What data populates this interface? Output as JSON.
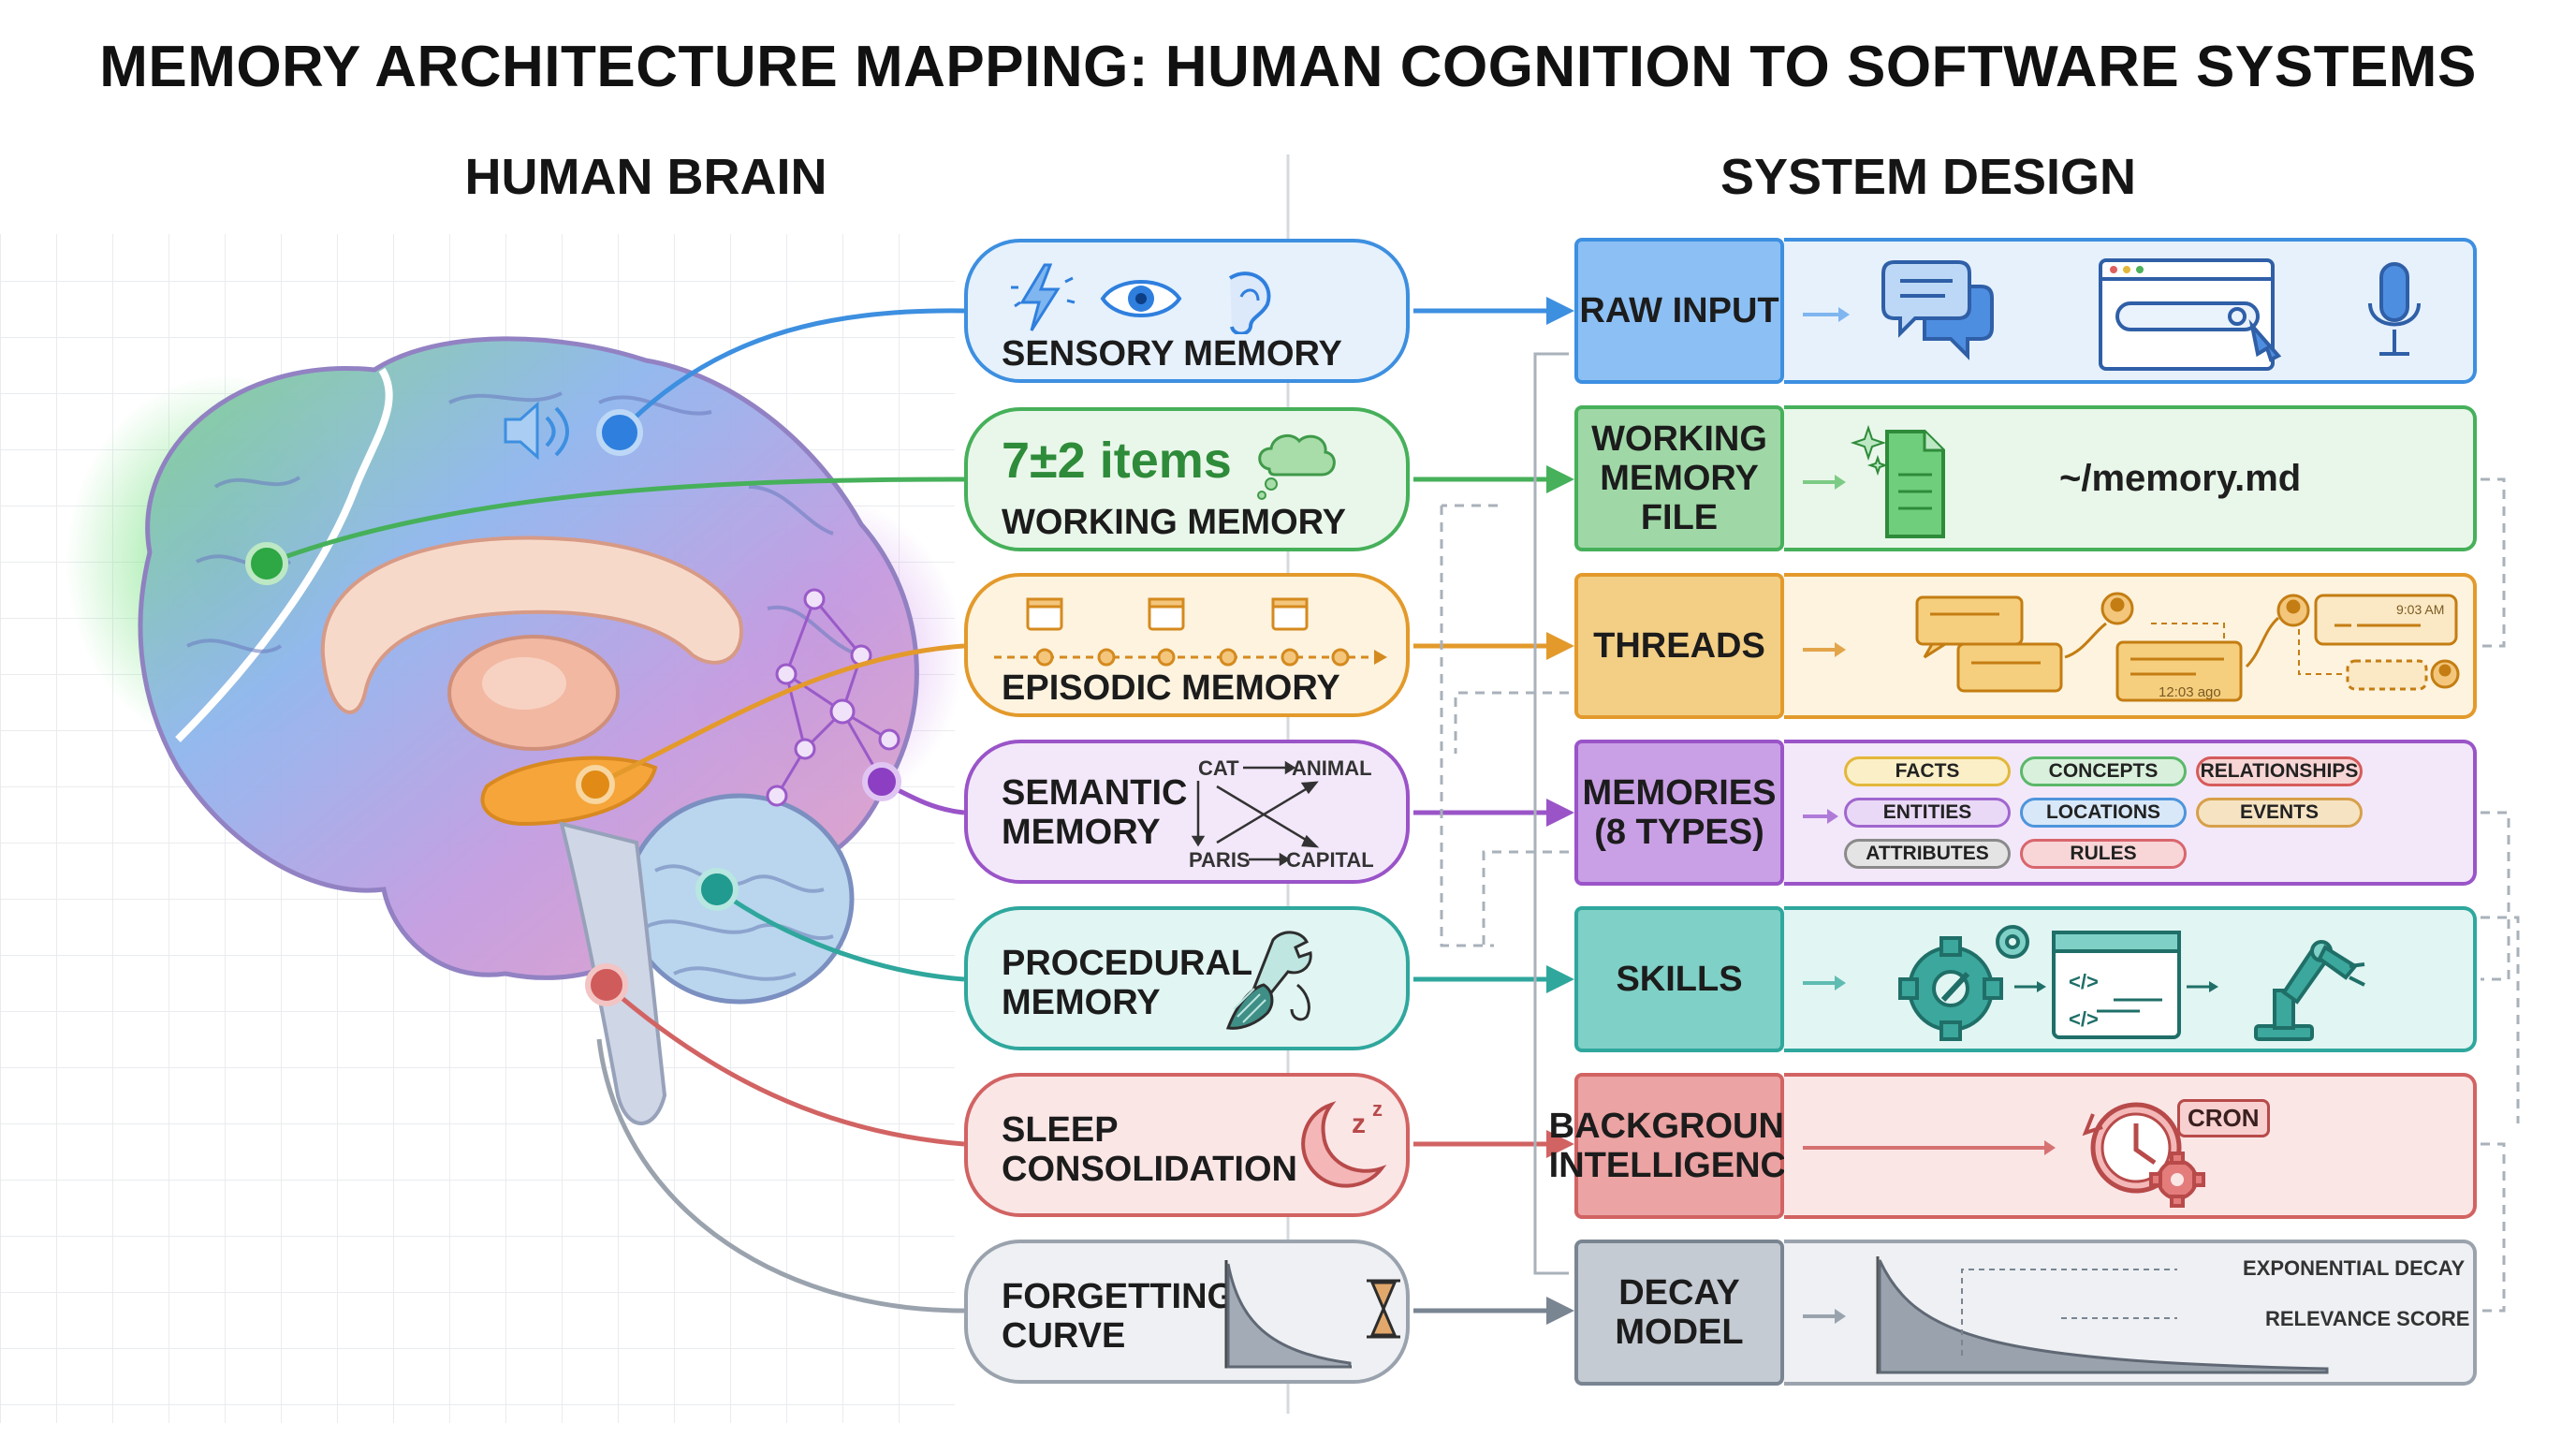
{
  "title": "MEMORY ARCHITECTURE MAPPING: HUMAN COGNITION TO SOFTWARE SYSTEMS",
  "left_heading": "HUMAN BRAIN",
  "right_heading": "SYSTEM DESIGN",
  "rows": [
    {
      "brain_label": "SENSORY MEMORY",
      "system_label": "RAW INPUT",
      "color": "#3d8fe0",
      "fill": "#e6f1fc",
      "box_fill": "#8cc0f5"
    },
    {
      "brain_label": "WORKING MEMORY",
      "brain_highlight": "7±2 items",
      "system_label": "WORKING\nMEMORY FILE",
      "system_detail": "~/memory.md",
      "color": "#46b05a",
      "fill": "#e9f7ea",
      "box_fill": "#9fd8a6"
    },
    {
      "brain_label": "EPISODIC MEMORY",
      "system_label": "THREADS",
      "color": "#e39a2b",
      "fill": "#fdf3df",
      "box_fill": "#f3cf85",
      "system_times": [
        "9:03 AM",
        "12:03 ago"
      ]
    },
    {
      "brain_label": "SEMANTIC\nMEMORY",
      "system_label": "MEMORIES\n(8 TYPES)",
      "color": "#9a54c8",
      "fill": "#f3e8fa",
      "box_fill": "#c9a0e6",
      "semantic_words": [
        "CAT",
        "ANIMAL",
        "PARIS",
        "CAPITAL"
      ],
      "memory_types": [
        {
          "label": "FACTS",
          "color": "#e3b73a",
          "fill": "#fbefc7"
        },
        {
          "label": "CONCEPTS",
          "color": "#5bb86a",
          "fill": "#d9f1dc"
        },
        {
          "label": "RELATIONSHIPS",
          "color": "#d65b5b",
          "fill": "#f8d5d5"
        },
        {
          "label": "ENTITIES",
          "color": "#a066cf",
          "fill": "#ead9f6"
        },
        {
          "label": "LOCATIONS",
          "color": "#4e95dc",
          "fill": "#d8e8f8"
        },
        {
          "label": "EVENTS",
          "color": "#d7a04a",
          "fill": "#f6e3c2"
        },
        {
          "label": "ATTRIBUTES",
          "color": "#8a8a8a",
          "fill": "#e4e4e4"
        },
        {
          "label": "RULES",
          "color": "#d9666e",
          "fill": "#f8d6d8"
        }
      ]
    },
    {
      "brain_label": "PROCEDURAL\nMEMORY",
      "system_label": "SKILLS",
      "color": "#2fa79d",
      "fill": "#e1f5f2",
      "box_fill": "#7fd0c6"
    },
    {
      "brain_label": "SLEEP\nCONSOLIDATION",
      "system_label": "BACKGROUND\nINTELLIGENCE",
      "system_badge": "CRON",
      "color": "#d26363",
      "fill": "#fbe6e6",
      "box_fill": "#eca3a3"
    },
    {
      "brain_label": "FORGETTING\nCURVE",
      "system_label": "DECAY MODEL",
      "color": "#7a8592",
      "fill": "#eef0f3",
      "box_fill": "#c5cbd3",
      "curve_labels": [
        "EXPONENTIAL DECAY",
        "RELEVANCE SCORE"
      ]
    }
  ],
  "icons": {
    "sensory": [
      "lightning-icon",
      "eye-icon",
      "ear-icon"
    ],
    "raw_input": [
      "chat-bubbles-icon",
      "search-window-icon",
      "microphone-icon"
    ],
    "working": [
      "thought-cloud-icon",
      "document-sparkle-icon"
    ],
    "episodic": [
      "calendar-icon"
    ],
    "procedural": [
      "wrench-hand-icon"
    ],
    "skills": [
      "gear-icon",
      "code-window-icon",
      "robot-arm-icon"
    ],
    "sleep": [
      "moon-zzz-icon"
    ],
    "background": [
      "clock-gear-icon"
    ],
    "forgetting": [
      "hourglass-icon"
    ]
  }
}
